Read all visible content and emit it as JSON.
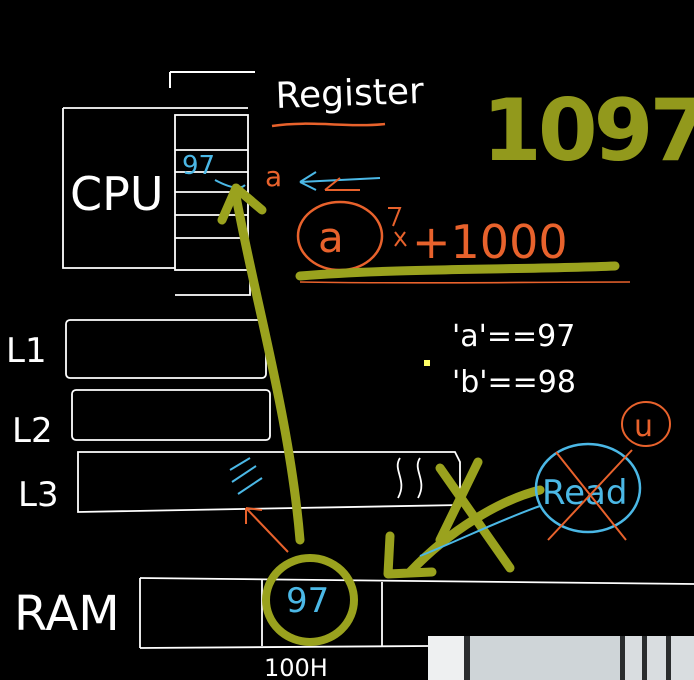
{
  "board": {
    "background": "#000000",
    "colors": {
      "white": "#ffffff",
      "orange": "#e8622c",
      "blue": "#4bb8e6",
      "olive": "#9aa21e"
    }
  },
  "labels": {
    "register": "Register",
    "cpu": "CPU",
    "big_number": "1097",
    "reg_value": "97",
    "var_a": "a",
    "expr_left": "a",
    "expr_right": "+1000",
    "l1": "L1",
    "l2": "L2",
    "l3": "L3",
    "ram": "RAM",
    "ram_cell": "97",
    "address": "100H",
    "char_a": "'a'==97",
    "char_b": "'b'==98",
    "read": "Read",
    "read_badge": "u"
  },
  "webcam": {
    "visible": true
  }
}
